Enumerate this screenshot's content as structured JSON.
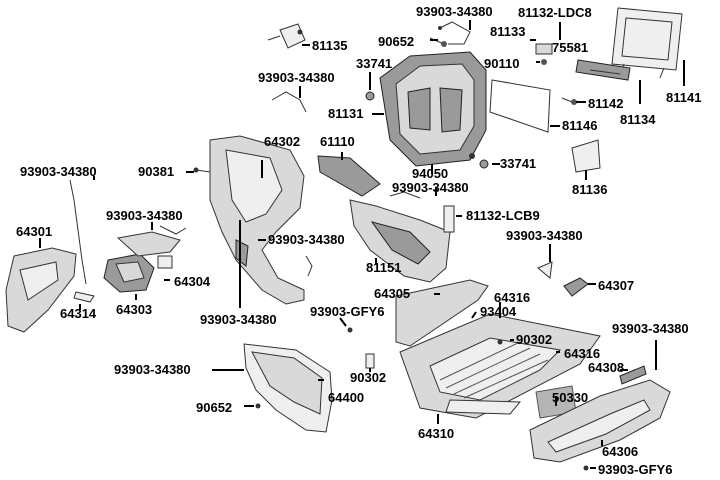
{
  "labels": {
    "l81135": "81135",
    "l93903_top": "93903-34380",
    "l90652_top": "90652",
    "l81132_ldc8": "81132-LDC8",
    "l81133": "81133",
    "l75581": "75581",
    "l90110": "90110",
    "l81141": "81141",
    "l33741_a": "33741",
    "l93903_mid": "93903-34380",
    "l81131": "81131",
    "l81142": "81142",
    "l81134": "81134",
    "l81146": "81146",
    "l64302": "64302",
    "l61110": "61110",
    "l90381": "90381",
    "l93903_left": "93903-34380",
    "l94050": "94050",
    "l33741_b": "33741",
    "l81136": "81136",
    "l93903_center": "93903-34380",
    "l93903_leftmid": "93903-34380",
    "l81132_lcb9": "81132-LCB9",
    "l64301": "64301",
    "l93903_body": "93903-34380",
    "l93903_right": "93903-34380",
    "l81151": "81151",
    "l64304": "64304",
    "l64307": "64307",
    "l64305": "64305",
    "l64316_a": "64316",
    "l64314": "64314",
    "l64303": "64303",
    "l93903_bottom": "93903-34380",
    "l93903_gfy6_a": "93903-GFY6",
    "l93404": "93404",
    "l90302_a": "90302",
    "l93903_far": "93903-34380",
    "l64316_b": "64316",
    "l93903_floor": "93903-34380",
    "l90302_b": "90302",
    "l64308": "64308",
    "l64400": "64400",
    "l90652_bot": "90652",
    "l50330": "50330",
    "l64310": "64310",
    "l64306": "64306",
    "l93903_gfy6_b": "93903-GFY6"
  }
}
